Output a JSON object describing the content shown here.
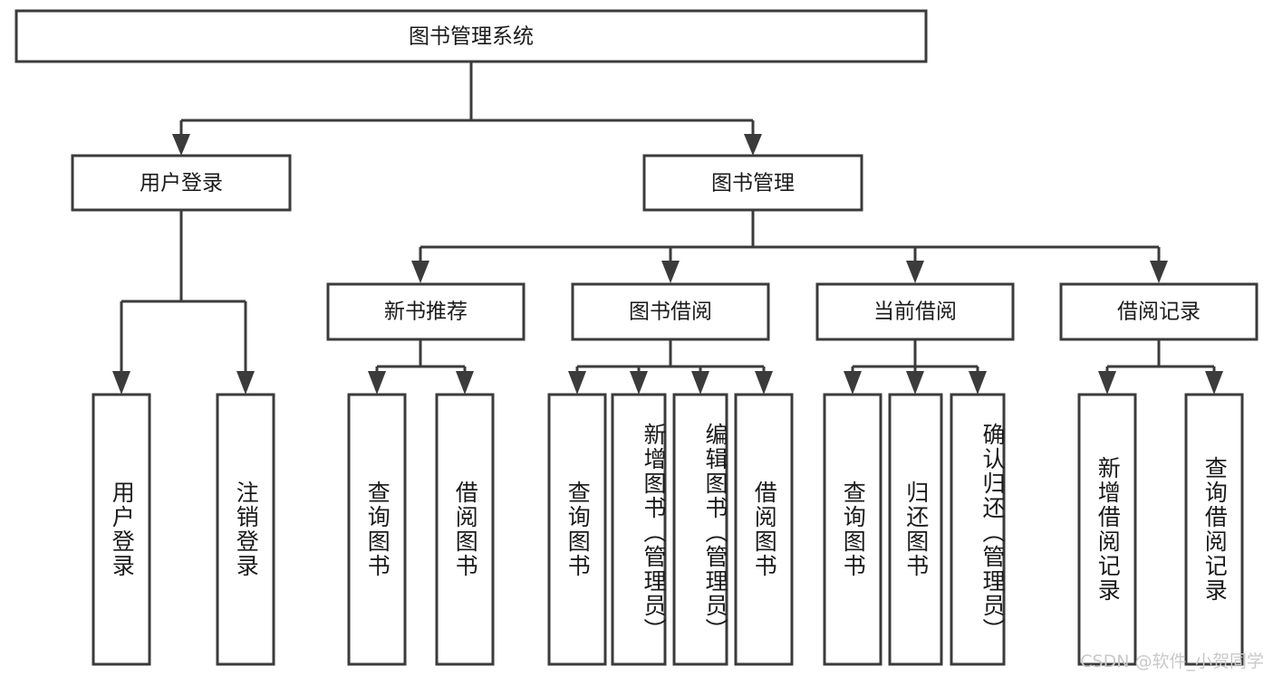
{
  "diagram": {
    "type": "tree-hierarchy-chart",
    "title": "图书管理系统",
    "colors": {
      "box_stroke": "#3b3b3b",
      "box_fill": "#ffffff",
      "text": "#1a1a1a",
      "background": "#ffffff",
      "watermark": "#c9c9c9"
    },
    "root": {
      "label": "图书管理系统"
    },
    "level2": [
      {
        "label": "用户登录"
      },
      {
        "label": "图书管理"
      }
    ],
    "level3": [
      {
        "label": "新书推荐"
      },
      {
        "label": "图书借阅"
      },
      {
        "label": "当前借阅"
      },
      {
        "label": "借阅记录"
      }
    ],
    "leaves": {
      "user_login": [
        {
          "label": "用户登录"
        },
        {
          "label": "注销登录"
        }
      ],
      "new_book_recommend": [
        {
          "label": "查询图书"
        },
        {
          "label": "借阅图书"
        }
      ],
      "book_borrow": [
        {
          "label": "查询图书"
        },
        {
          "label": "新增图书（管理员）"
        },
        {
          "label": "编辑图书（管理员）"
        },
        {
          "label": "借阅图书"
        }
      ],
      "current_borrow": [
        {
          "label": "查询图书"
        },
        {
          "label": "归还图书"
        },
        {
          "label": "确认归还（管理员）"
        }
      ],
      "borrow_record": [
        {
          "label": "新增借阅记录"
        },
        {
          "label": "查询借阅记录"
        }
      ]
    },
    "watermark": "CSDN @软件_小贺同学"
  }
}
